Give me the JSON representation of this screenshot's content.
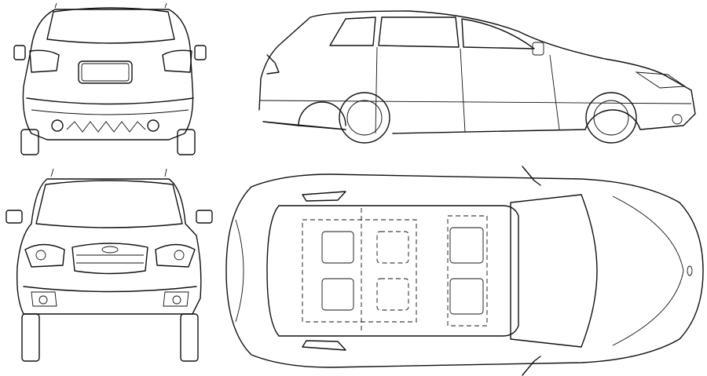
{
  "drawing": {
    "subject": "car-blueprint",
    "views": [
      "rear",
      "side",
      "front",
      "top"
    ],
    "colors": {
      "background": "#ffffff",
      "line": "#111111"
    }
  }
}
